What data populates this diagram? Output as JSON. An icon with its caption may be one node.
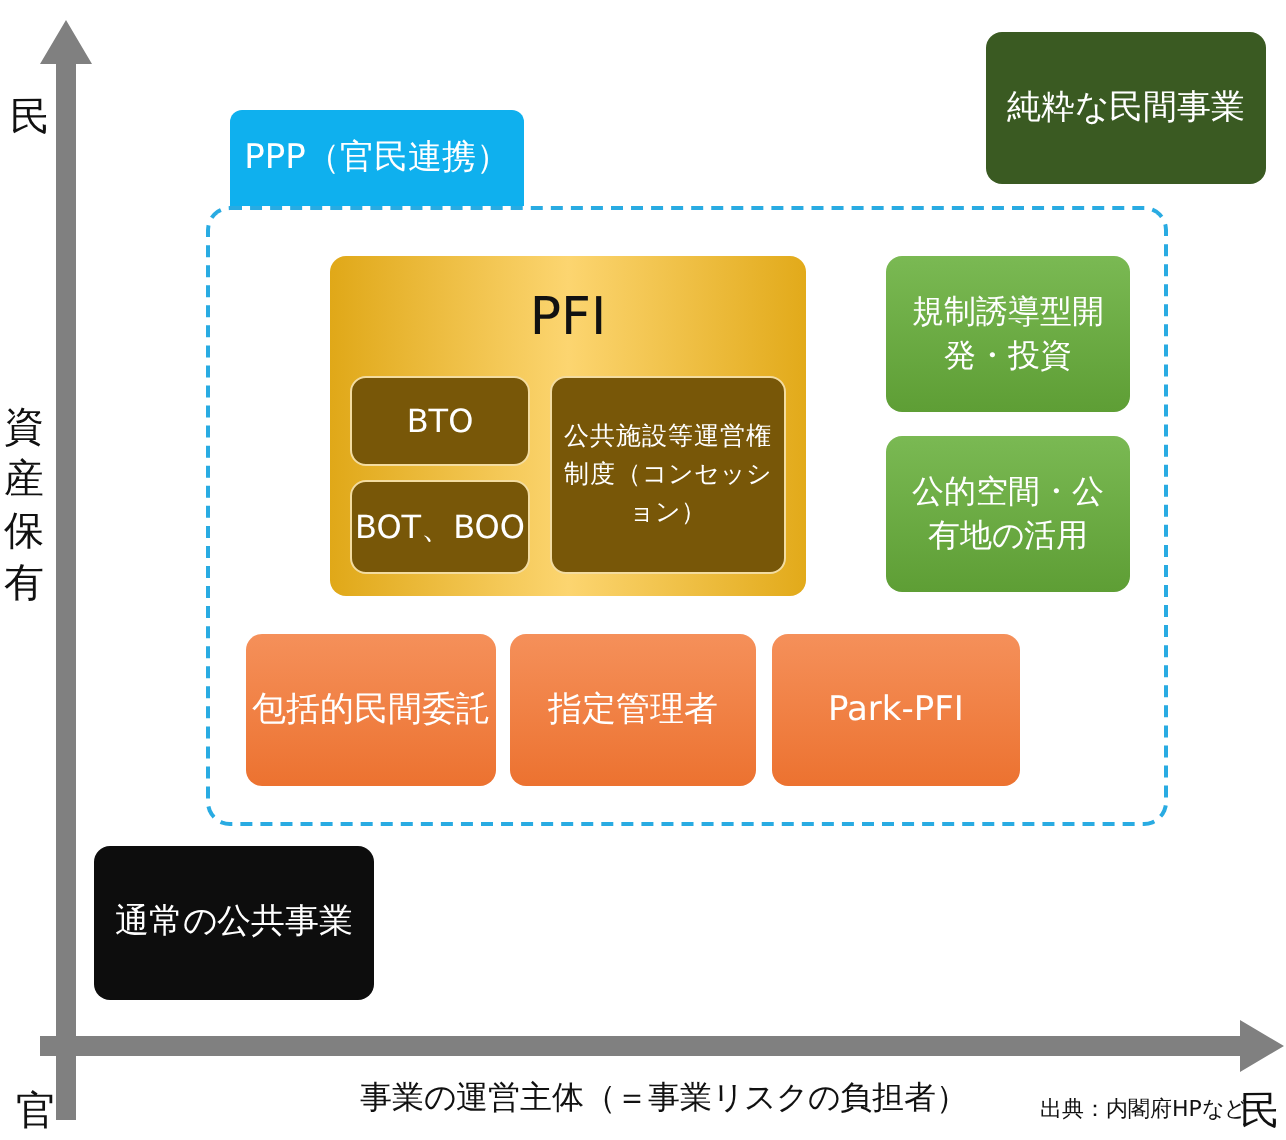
{
  "diagram": {
    "nodes": [
      {
        "text": [
          "PPP（官民連携）"
        ]
      },
      {
        "text": [
          "PFI"
        ],
        "in": 0
      },
      {
        "text": [
          "BTO"
        ],
        "in": 1
      },
      {
        "text": [
          "BOT、BOO"
        ],
        "in": 1
      },
      {
        "text": [
          "公共施設等運営権制度（コンセッション）"
        ],
        "in": 1
      },
      {
        "text": [
          "規制誘導型開発・投資"
        ],
        "in": 0
      },
      {
        "text": [
          "公的空間・公有地の活用"
        ],
        "in": 0
      },
      {
        "text": [
          "包括的民間委託"
        ],
        "in": 0
      },
      {
        "text": [
          "指定管理者"
        ],
        "in": 0
      },
      {
        "text": [
          "Park-PFI"
        ],
        "in": 0
      },
      {
        "text": [
          "純粋な民間事業"
        ]
      },
      {
        "text": [
          "通常の公共事業"
        ]
      }
    ],
    "edges": [],
    "labels": [
      "民",
      "資産保有",
      "官",
      "事業の運営主体（＝事業リスクの負担者）",
      "出典：内閣府HPなど",
      "民"
    ]
  }
}
